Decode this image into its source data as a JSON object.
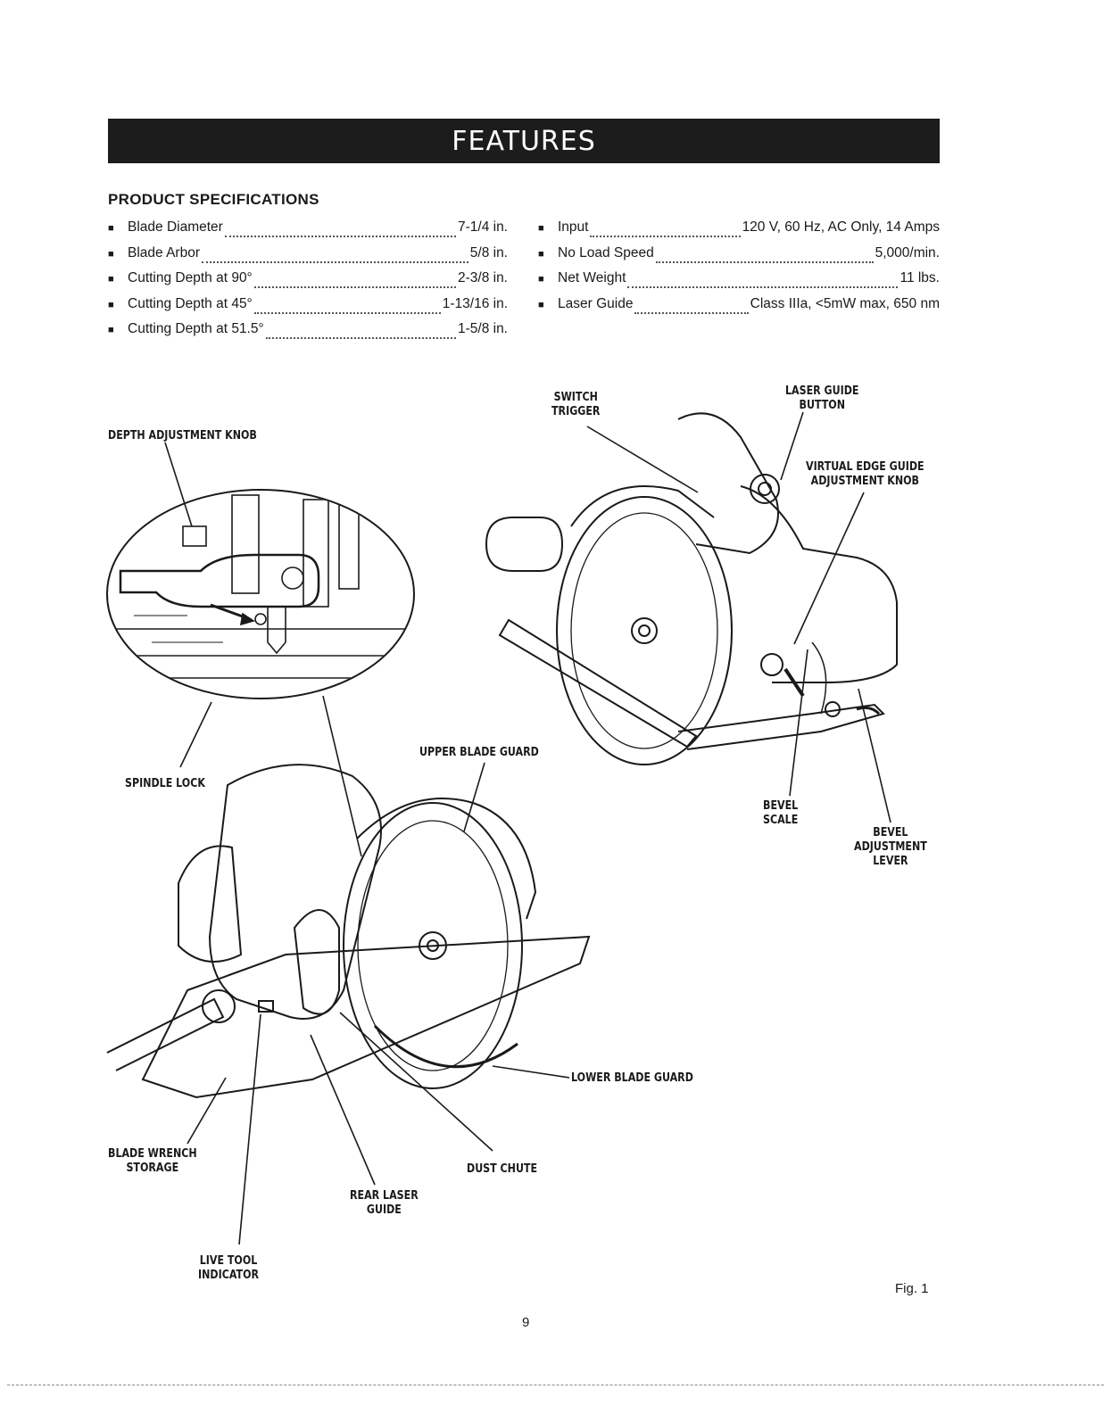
{
  "header": {
    "title": "FEATURES"
  },
  "specs": {
    "title": "PRODUCT SPECIFICATIONS",
    "left": [
      {
        "label": "Blade Diameter",
        "value": "7-1/4 in."
      },
      {
        "label": "Blade Arbor",
        "value": "5/8 in."
      },
      {
        "label": "Cutting Depth at 90°",
        "value": "2-3/8 in."
      },
      {
        "label": "Cutting Depth at 45°",
        "value": "1-13/16 in."
      },
      {
        "label": "Cutting Depth at 51.5°",
        "value": "1-5/8 in."
      }
    ],
    "right": [
      {
        "label": "Input",
        "value": "120 V, 60 Hz, AC Only, 14 Amps"
      },
      {
        "label": "No Load Speed",
        "value": "5,000/min."
      },
      {
        "label": "Net Weight",
        "value": "11 lbs."
      },
      {
        "label": "Laser Guide",
        "value": "Class IIIa, <5mW max, 650 nm"
      }
    ]
  },
  "callouts": {
    "depth_knob": "DEPTH ADJUSTMENT KNOB",
    "switch_trigger_1": "SWITCH",
    "switch_trigger_2": "TRIGGER",
    "laser_button_1": "LASER GUIDE",
    "laser_button_2": "BUTTON",
    "virtual_edge_1": "VIRTUAL EDGE GUIDE",
    "virtual_edge_2": "ADJUSTMENT KNOB",
    "spindle_lock": "SPINDLE LOCK",
    "upper_guard": "UPPER BLADE GUARD",
    "bevel_scale_1": "BEVEL",
    "bevel_scale_2": "SCALE",
    "bevel_lever_1": "BEVEL",
    "bevel_lever_2": "ADJUSTMENT",
    "bevel_lever_3": "LEVER",
    "lower_guard": "LOWER BLADE GUARD",
    "wrench_storage_1": "BLADE WRENCH",
    "wrench_storage_2": "STORAGE",
    "dust_chute": "DUST CHUTE",
    "rear_laser_1": "REAR LASER",
    "rear_laser_2": "GUIDE",
    "live_tool_1": "LIVE TOOL",
    "live_tool_2": "INDICATOR"
  },
  "figure_label": "Fig. 1",
  "page_number": "9"
}
